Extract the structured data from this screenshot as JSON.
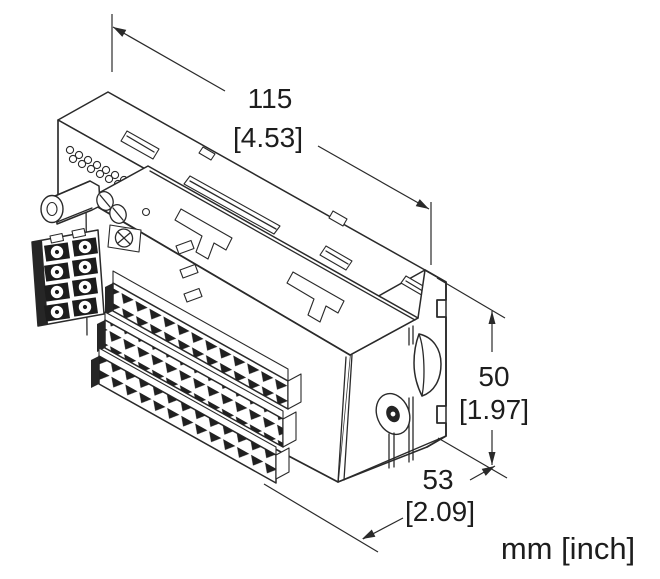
{
  "figure": {
    "kind": "technical dimensional drawing",
    "subject": "I/O terminal base module, isometric view",
    "background_color": "#ffffff",
    "line_color": "#2a2a2a"
  },
  "dimensions": {
    "width": {
      "label_mm": "115",
      "label_inch": "[4.53]"
    },
    "height": {
      "label_mm": "50",
      "label_inch": "[1.97]"
    },
    "depth": {
      "label_mm": "53",
      "label_inch": "[2.09]"
    }
  },
  "units_note": "mm [inch]"
}
